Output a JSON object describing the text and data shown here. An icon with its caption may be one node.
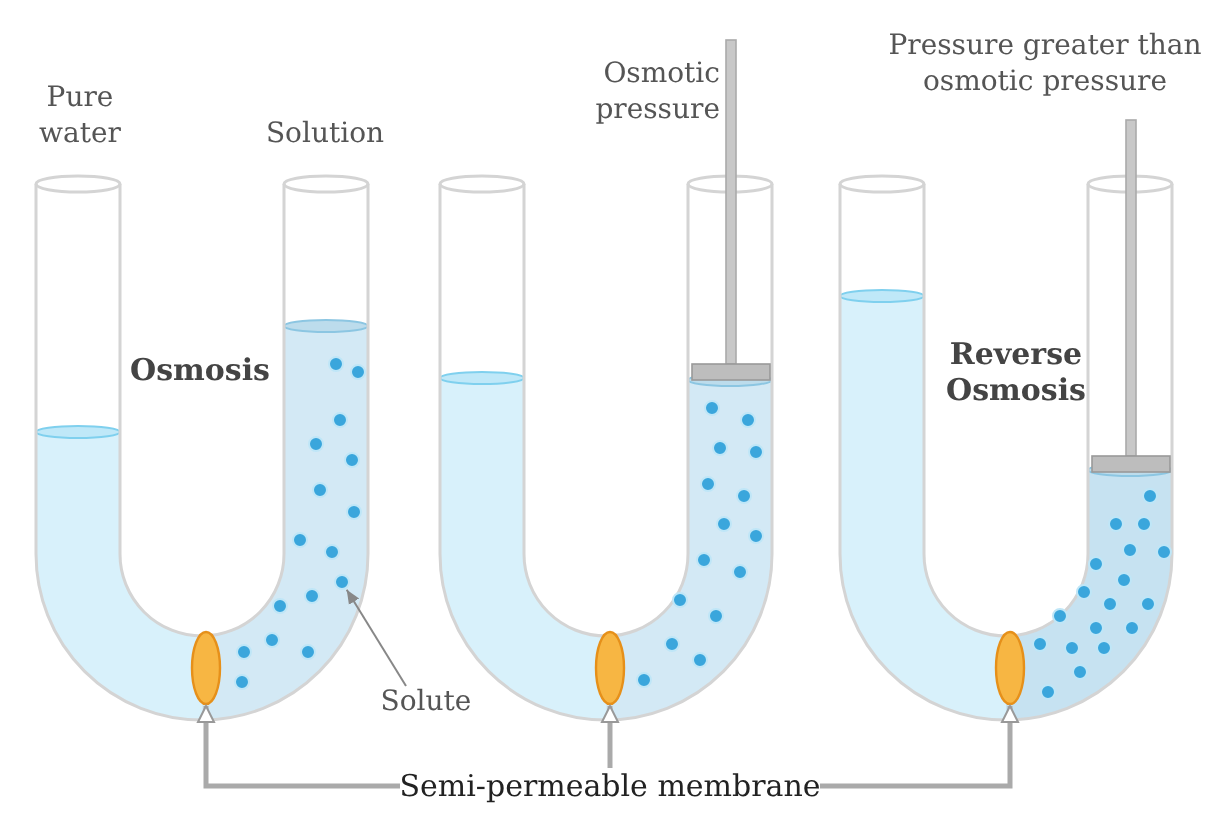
{
  "diagram": {
    "nodes": [
      {
        "text": [
          "Solute"
        ]
      },
      {
        "text": [],
        "shape": "circle"
      },
      {
        "text": [
          "Semi-permeable membrane"
        ]
      },
      {
        "text": [],
        "shape": "ellipse"
      },
      {
        "text": [],
        "shape": "ellipse"
      },
      {
        "text": [],
        "shape": "ellipse"
      }
    ],
    "edges": [
      {
        "from": 0,
        "to": 1,
        "arrow": "to"
      },
      {
        "from": 2,
        "to": 3,
        "arrow": "to"
      },
      {
        "from": 2,
        "to": 4,
        "arrow": "to"
      },
      {
        "from": 2,
        "to": 5,
        "arrow": "to"
      }
    ],
    "labels": [
      "Pure water",
      "Solution",
      "Osmosis",
      "Osmotic pressure",
      "Pressure greater than osmotic pressure",
      "Reverse Osmosis"
    ]
  }
}
